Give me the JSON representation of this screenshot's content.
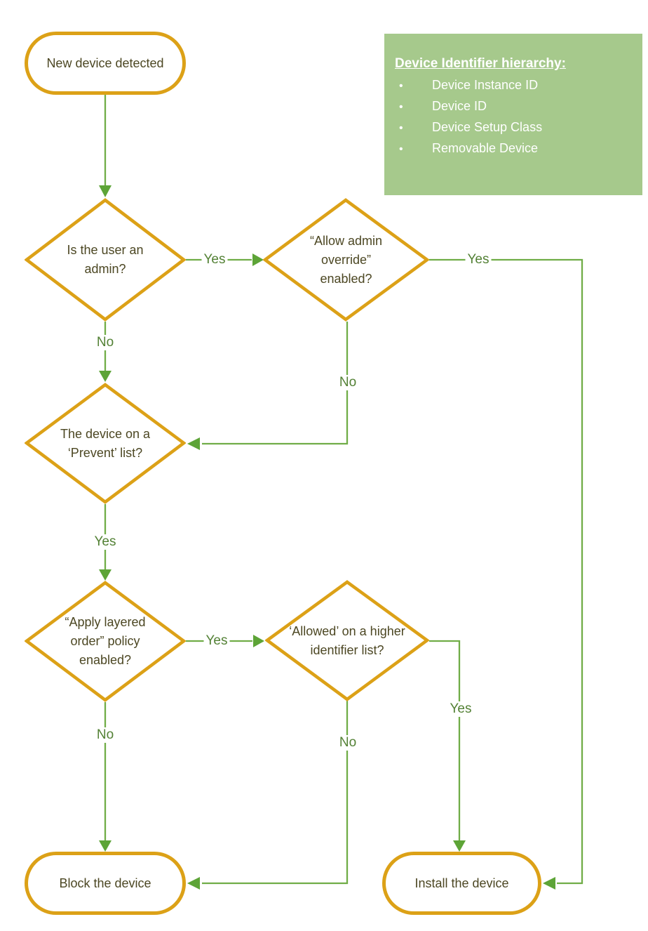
{
  "flowchart": {
    "nodes": {
      "start": {
        "label": "New device detected",
        "type": "terminator"
      },
      "admin": {
        "label": "Is the user an admin?",
        "type": "decision"
      },
      "override": {
        "label": "“Allow admin override” enabled?",
        "type": "decision"
      },
      "prevent": {
        "label": "The device on a ‘Prevent’ list?",
        "type": "decision"
      },
      "layered": {
        "label": "“Apply layered order” policy enabled?",
        "type": "decision"
      },
      "allowed": {
        "label": "‘Allowed’ on a higher identifier list?",
        "type": "decision"
      },
      "block": {
        "label": "Block the device",
        "type": "terminator"
      },
      "install": {
        "label": "Install the device",
        "type": "terminator"
      }
    },
    "edges": [
      {
        "from": "start",
        "to": "admin",
        "label": ""
      },
      {
        "from": "admin",
        "to": "override",
        "label": "Yes"
      },
      {
        "from": "admin",
        "to": "prevent",
        "label": "No"
      },
      {
        "from": "override",
        "to": "install",
        "label": "Yes"
      },
      {
        "from": "override",
        "to": "prevent",
        "label": "No"
      },
      {
        "from": "prevent",
        "to": "layered",
        "label": "Yes"
      },
      {
        "from": "layered",
        "to": "allowed",
        "label": "Yes"
      },
      {
        "from": "layered",
        "to": "block",
        "label": "No"
      },
      {
        "from": "allowed",
        "to": "install",
        "label": "Yes"
      },
      {
        "from": "allowed",
        "to": "block",
        "label": "No"
      }
    ],
    "colors": {
      "shape_border": "#DCA117",
      "connector": "#70AD47",
      "edge_label_text": "#538135",
      "node_text": "#4C4723",
      "legend_bg": "#A6C98C",
      "legend_text": "#FFFFFF"
    }
  },
  "legend": {
    "title": "Device Identifier hierarchy:",
    "items": [
      "Device Instance ID",
      "Device ID",
      "Device Setup Class",
      "Removable Device"
    ]
  }
}
